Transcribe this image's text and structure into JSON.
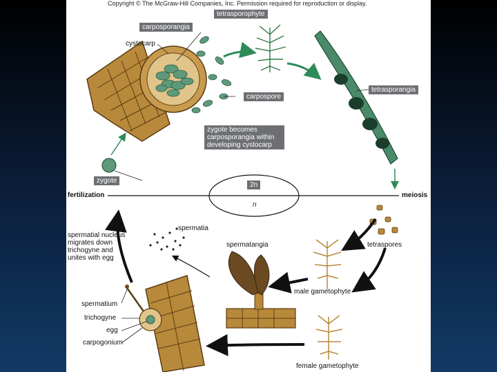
{
  "copyright": "Copyright © The McGraw-Hill Companies, Inc. Permission required for reproduction or display.",
  "labels": {
    "tetrasporophyte": "tetrasporophyte",
    "carposporangia": "carposporangia",
    "cystocarp": "cystocarp",
    "carpospore": "carpospore",
    "tetrasporangia": "tetrasporangia",
    "zygote_becomes": "zygote becomes carposporangia within developing cystocarp",
    "zygote": "zygote",
    "fertilization": "fertilization",
    "meiosis": "meiosis",
    "diploid": "2n",
    "haploid": "n",
    "spermatia": "spermatia",
    "spermatial_nucleus": "spermatial nucleus migrates down trichogyne and unites with egg",
    "spermatangia": "spermatangia",
    "tetraspores": "tetraspores",
    "male_gametophyte": "male gametophyte",
    "female_gametophyte": "female gametophyte",
    "spermatium": "spermatium",
    "trichogyne": "trichogyne",
    "egg": "egg",
    "carpogonium": "carpogonium"
  },
  "colors": {
    "thallus_brown": "#b8893a",
    "thallus_outline": "#5a3c12",
    "spore_green": "#5e9a7a",
    "arrow_green": "#2e8b57",
    "arrow_black": "#111111",
    "label_tag": "#6d6f73"
  }
}
